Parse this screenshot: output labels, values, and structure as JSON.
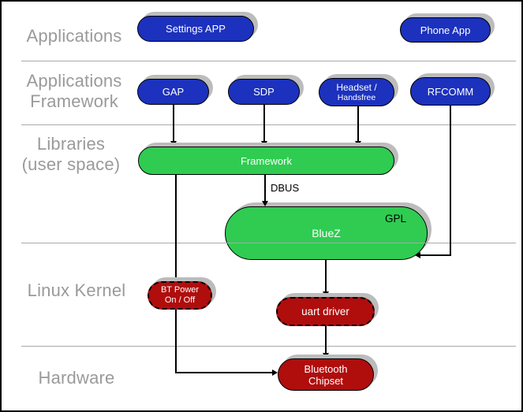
{
  "colors": {
    "app_blue": "#1c31bd",
    "lib_green": "#2fcc51",
    "kernel_red": "#b00d0d",
    "layer_text": "#9a9a9a",
    "shadow": "#bcbcbc",
    "divider": "#a9a9a9",
    "line": "#000000"
  },
  "layers": {
    "applications": {
      "line1": "Applications"
    },
    "app_framework": {
      "line1": "Applications",
      "line2": "Framework"
    },
    "libraries": {
      "line1": "Libraries",
      "line2": "(user space)"
    },
    "kernel": {
      "line1": "Linux Kernel"
    },
    "hardware": {
      "line1": "Hardware"
    }
  },
  "nodes": {
    "settings_app": {
      "label": "Settings APP"
    },
    "phone_app": {
      "label": "Phone App"
    },
    "gap": {
      "label": "GAP"
    },
    "sdp": {
      "label": "SDP"
    },
    "headset": {
      "line1": "Headset /",
      "line2": "Handsfree"
    },
    "rfcomm": {
      "label": "RFCOMM"
    },
    "framework": {
      "label": "Framework"
    },
    "bluez": {
      "label": "BlueZ",
      "badge": "GPL"
    },
    "bt_power": {
      "line1": "BT Power",
      "line2": "On / Off"
    },
    "uart_driver": {
      "label": "uart driver"
    },
    "bt_chipset": {
      "line1": "Bluetooth",
      "line2": "Chipset"
    }
  },
  "edge_labels": {
    "dbus": "DBUS"
  }
}
